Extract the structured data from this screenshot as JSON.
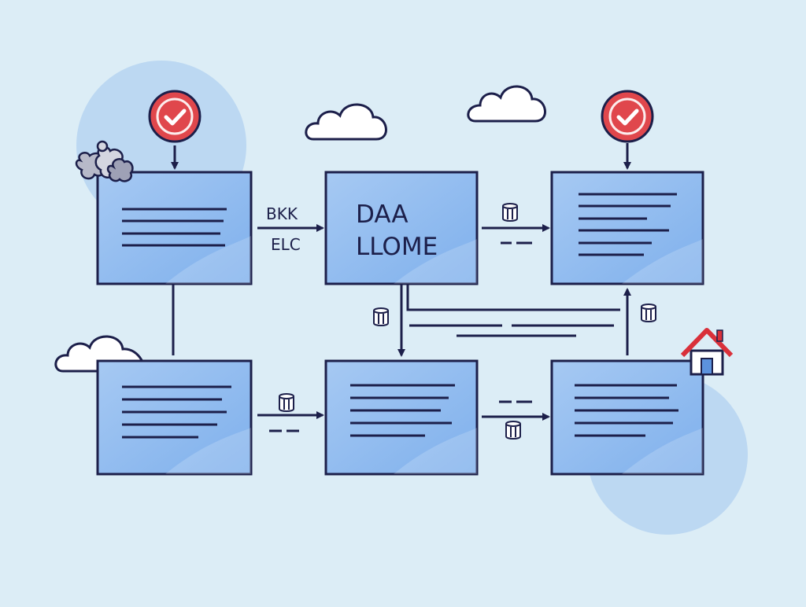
{
  "colors": {
    "background": "#dcedf6",
    "blob": "#bcd8f2",
    "card_fill": "#8db8ee",
    "card_fill_light": "#a9cbf3",
    "ink": "#1c1f4a",
    "check_red": "#e0474c",
    "roof_red": "#d9303a",
    "house_window": "#5c92dd",
    "cloud": "#ffffff"
  },
  "icons": {
    "check_badge": "check-badge-icon",
    "cloud": "cloud-icon",
    "house": "house-icon",
    "database": "database-icon",
    "puzzle": "puzzle-cluster-icon"
  },
  "labels": {
    "arrow_top": "BKK",
    "arrow_bottom": "ELC",
    "box_line1": "DAA",
    "box_line2": "LLOME"
  }
}
